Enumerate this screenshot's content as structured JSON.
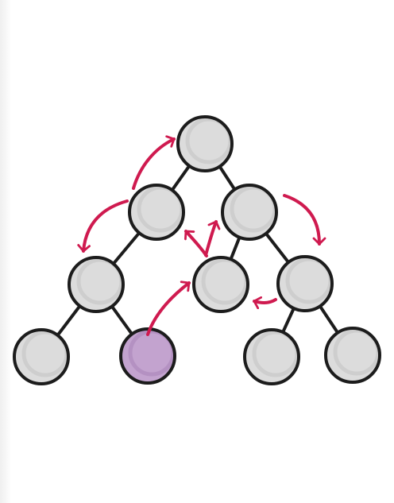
{
  "diagram": {
    "type": "tree-traversal",
    "colors": {
      "node_fill": "#dcdcdc",
      "node_shadow": "#c4c4c4",
      "node_stroke": "#1c1c1c",
      "highlight_fill": "#c3a3cf",
      "highlight_shadow": "#a984b8",
      "edge_stroke": "#1c1c1c",
      "arrow_stroke": "#cf1a4f"
    },
    "nodes": [
      {
        "id": "n0",
        "parent": null,
        "highlighted": false
      },
      {
        "id": "n1",
        "parent": "n0",
        "highlighted": false
      },
      {
        "id": "n2",
        "parent": "n0",
        "highlighted": false
      },
      {
        "id": "n3",
        "parent": "n1",
        "highlighted": false
      },
      {
        "id": "n4",
        "parent": "n2",
        "highlighted": false
      },
      {
        "id": "n5",
        "parent": "n2",
        "highlighted": false
      },
      {
        "id": "n6",
        "parent": "n3",
        "highlighted": false
      },
      {
        "id": "n7",
        "parent": "n3",
        "highlighted": true
      },
      {
        "id": "n8",
        "parent": "n5",
        "highlighted": false
      },
      {
        "id": "n9",
        "parent": "n5",
        "highlighted": false
      }
    ],
    "arrows": [
      {
        "id": "a1",
        "from": "n7",
        "to": "n4"
      },
      {
        "id": "a2",
        "from": "n4",
        "to": "n1"
      },
      {
        "id": "a3",
        "from": "n4",
        "to": "n2"
      },
      {
        "id": "a4",
        "from": "n1",
        "to": "n0"
      },
      {
        "id": "a5",
        "from": "n1",
        "to": "n3"
      },
      {
        "id": "a6",
        "from": "n2",
        "to": "n5"
      },
      {
        "id": "a7",
        "from": "n5",
        "to": "n4"
      }
    ]
  }
}
